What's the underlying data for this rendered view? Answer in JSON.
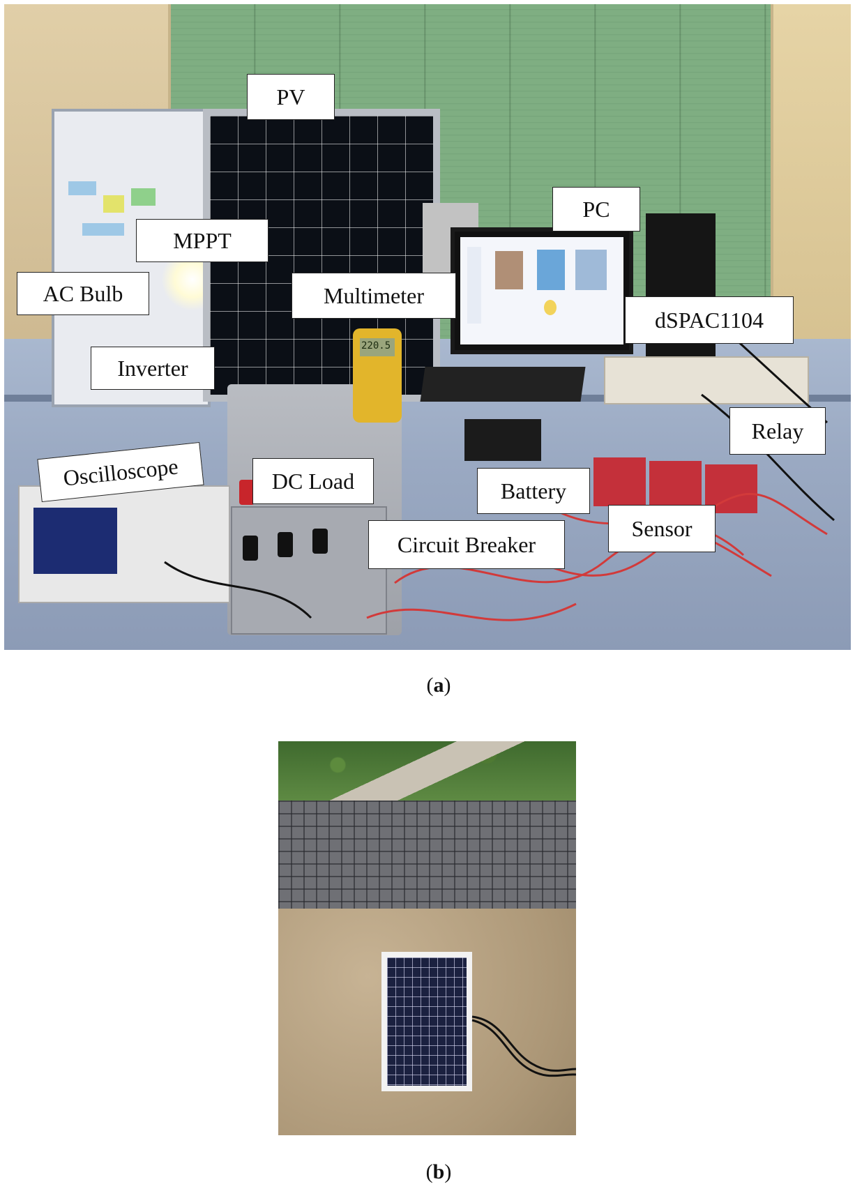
{
  "figure_a": {
    "labels": {
      "pv": "PV",
      "pc": "PC",
      "mppt": "MPPT",
      "ac_bulb": "AC Bulb",
      "multimeter": "Multimeter",
      "dspace": "dSPAC1104",
      "inverter": "Inverter",
      "relay": "Relay",
      "oscilloscope": "Oscilloscope",
      "dc_load": "DC Load",
      "battery": "Battery",
      "sensor": "Sensor",
      "circuit_breaker": "Circuit Breaker"
    },
    "multimeter_reading": "220.5",
    "caption_letter": "a"
  },
  "figure_b": {
    "caption_letter": "b"
  },
  "colors": {
    "label_bg": "#ffffff",
    "label_border": "#222222",
    "blinds": "#7fae82",
    "table": "#9aa9c2",
    "wire_red": "#d23a3a"
  }
}
